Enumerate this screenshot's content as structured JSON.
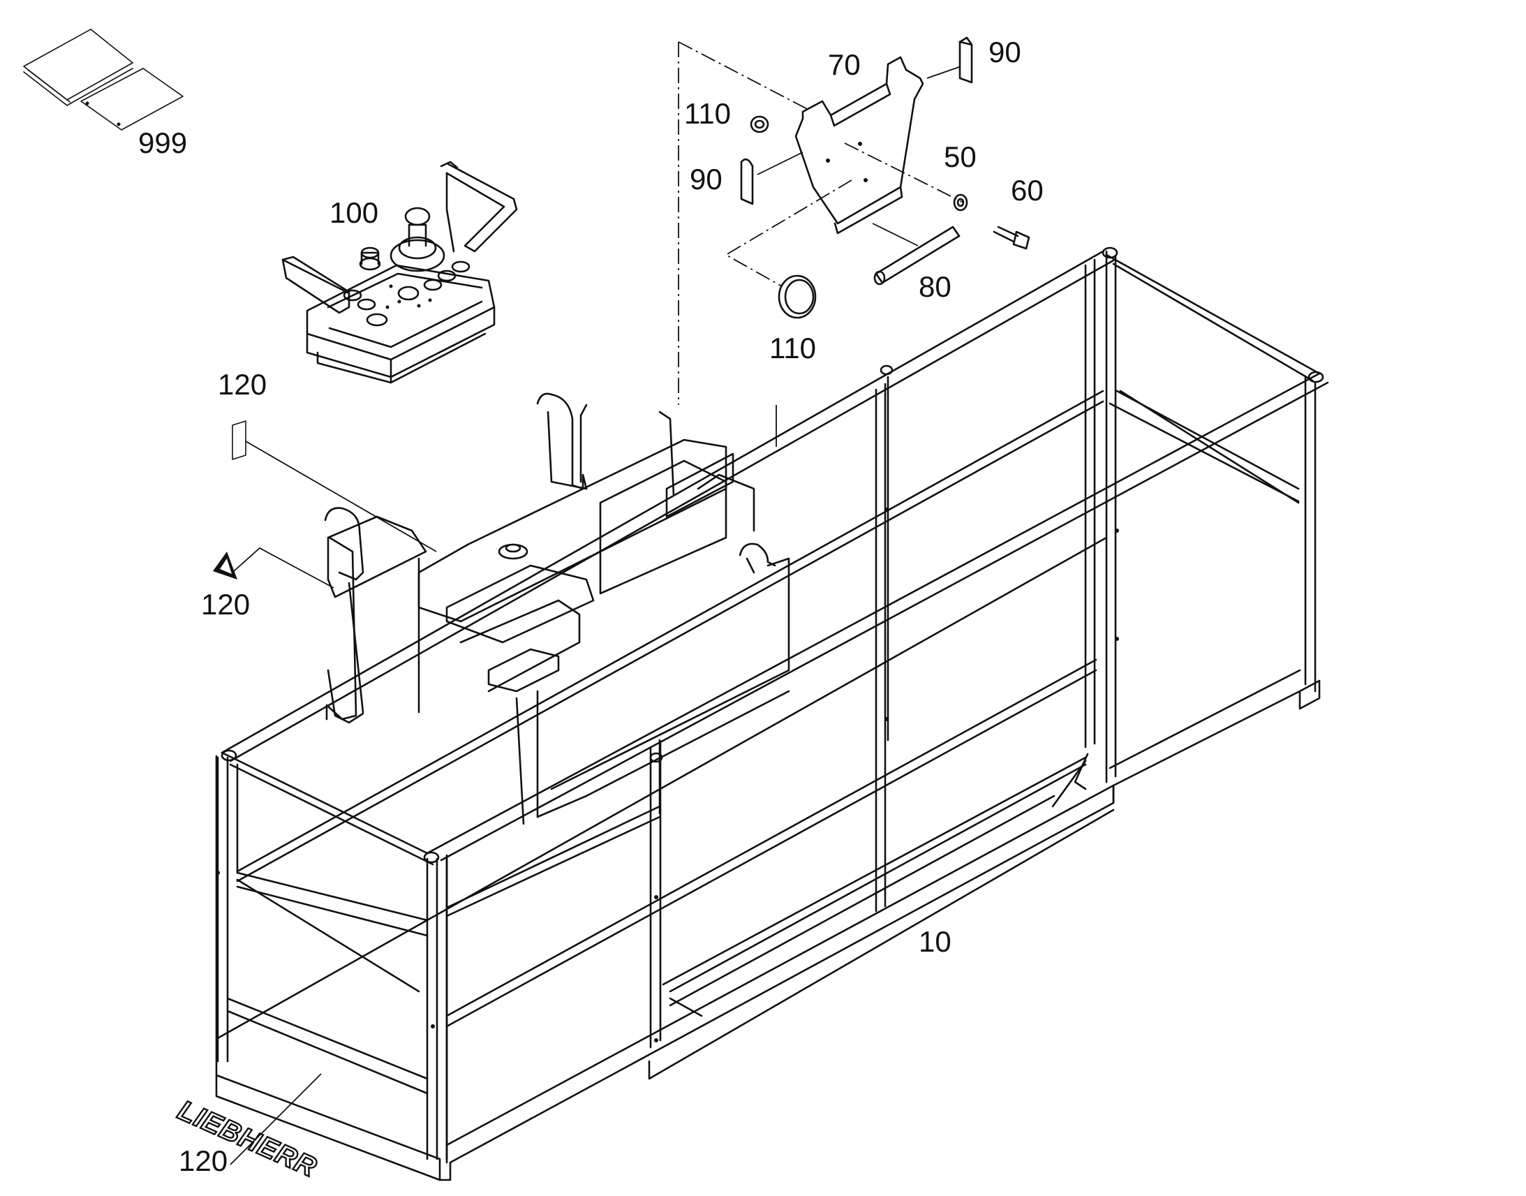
{
  "callouts": {
    "c999": "999",
    "c100": "100",
    "c120_sign": "120",
    "c120_triangle": "120",
    "c120_logo": "120",
    "c70": "70",
    "c90_top": "90",
    "c110_top": "110",
    "c90_left": "90",
    "c50": "50",
    "c60": "60",
    "c80": "80",
    "c110_bottom": "110",
    "c10": "10"
  },
  "decal_text": "LIEBHERR"
}
